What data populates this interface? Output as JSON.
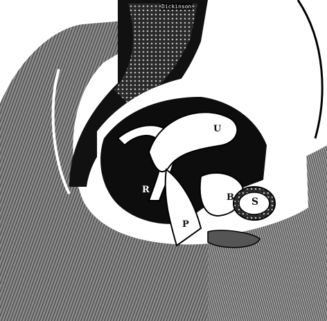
{
  "figure": {
    "signature": "Dickinson",
    "labels": {
      "uterus": "U",
      "rectum": "R",
      "bladder": "B",
      "pubis": "P",
      "symphysis": "S"
    },
    "colors": {
      "ink": "#111111",
      "paper": "#ffffff",
      "hatch": "#6e6e6e"
    }
  }
}
